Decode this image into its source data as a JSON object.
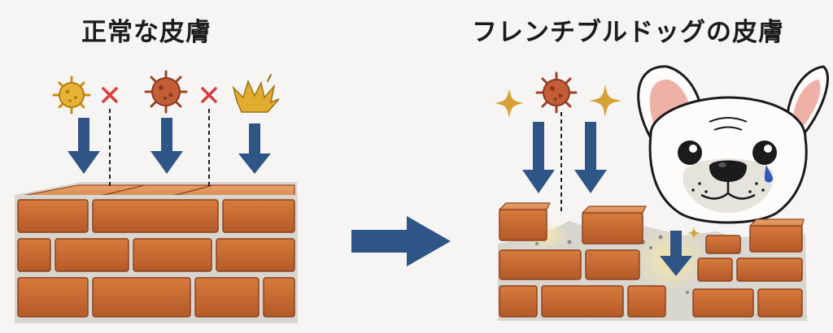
{
  "left_panel": {
    "title": "正常な皮膚"
  },
  "right_panel": {
    "title": "フレンチブルドッグの皮膚"
  },
  "colors": {
    "arrow_blue": "#2f5587",
    "brick": "#c46a32",
    "brick_dark": "#8e4320",
    "mortar": "#d9d6cf",
    "block_mark": "#d93c3c",
    "germ_yellow": "#e0a526",
    "germ_red": "#b4532e",
    "sparkle_gold": "#d6a236"
  },
  "icons": [
    "germ-icon",
    "virus-icon",
    "cross-icon",
    "irritant-burst-icon",
    "sparkle-icon",
    "dog-illustration",
    "tear-icon"
  ]
}
